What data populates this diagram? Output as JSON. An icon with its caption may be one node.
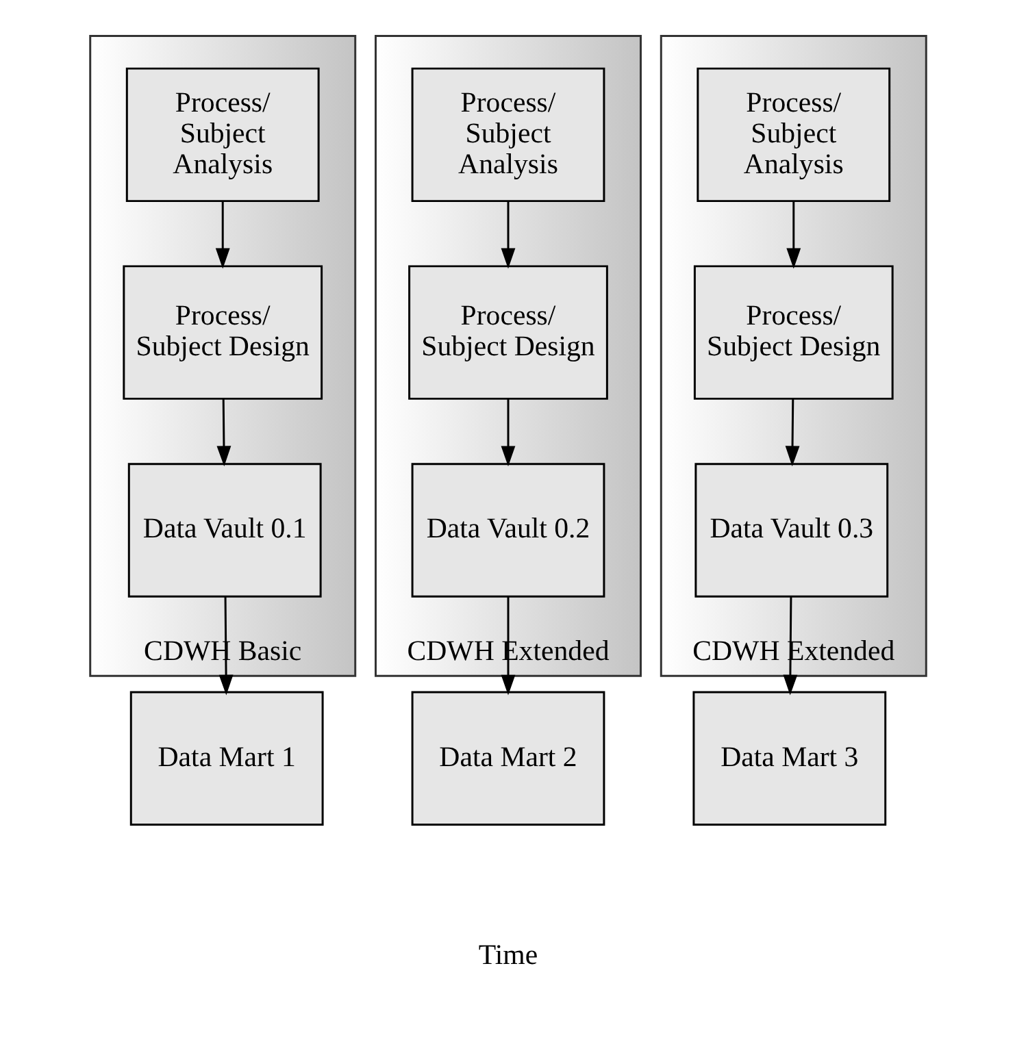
{
  "diagram": {
    "nodes": [
      {
        "text": [
          "CDWH Basic"
        ]
      },
      {
        "text": [
          "Process/ Subject Analysis"
        ],
        "in": 0
      },
      {
        "text": [
          "Process/ Subject Design"
        ],
        "in": 0
      },
      {
        "text": [
          "Data Vault 0.1"
        ],
        "in": 0
      },
      {
        "text": [
          "CDWH Extended"
        ]
      },
      {
        "text": [
          "Process/ Subject Analysis"
        ],
        "in": 4
      },
      {
        "text": [
          "Process/ Subject Design"
        ],
        "in": 4
      },
      {
        "text": [
          "Data Vault 0.2"
        ],
        "in": 4
      },
      {
        "text": [
          "CDWH Extended"
        ]
      },
      {
        "text": [
          "Process/ Subject Analysis"
        ],
        "in": 8
      },
      {
        "text": [
          "Process/ Subject Design"
        ],
        "in": 8
      },
      {
        "text": [
          "Data Vault 0.3"
        ],
        "in": 8
      },
      {
        "text": [
          "Data Mart 1"
        ]
      },
      {
        "text": [
          "Data Mart 2"
        ]
      },
      {
        "text": [
          "Data Mart 3"
        ]
      }
    ],
    "edges": [
      {
        "from": 1,
        "to": 2,
        "arrow": "to"
      },
      {
        "from": 2,
        "to": 3,
        "arrow": "to"
      },
      {
        "from": 3,
        "to": 12,
        "arrow": "to"
      },
      {
        "from": 5,
        "to": 6,
        "arrow": "to"
      },
      {
        "from": 6,
        "to": 7,
        "arrow": "to"
      },
      {
        "from": 7,
        "to": 13,
        "arrow": "to"
      },
      {
        "from": 9,
        "to": 10,
        "arrow": "to"
      },
      {
        "from": 10,
        "to": 11,
        "arrow": "to"
      },
      {
        "from": 11,
        "to": 14,
        "arrow": "to"
      }
    ],
    "labels": [
      "Time"
    ]
  }
}
